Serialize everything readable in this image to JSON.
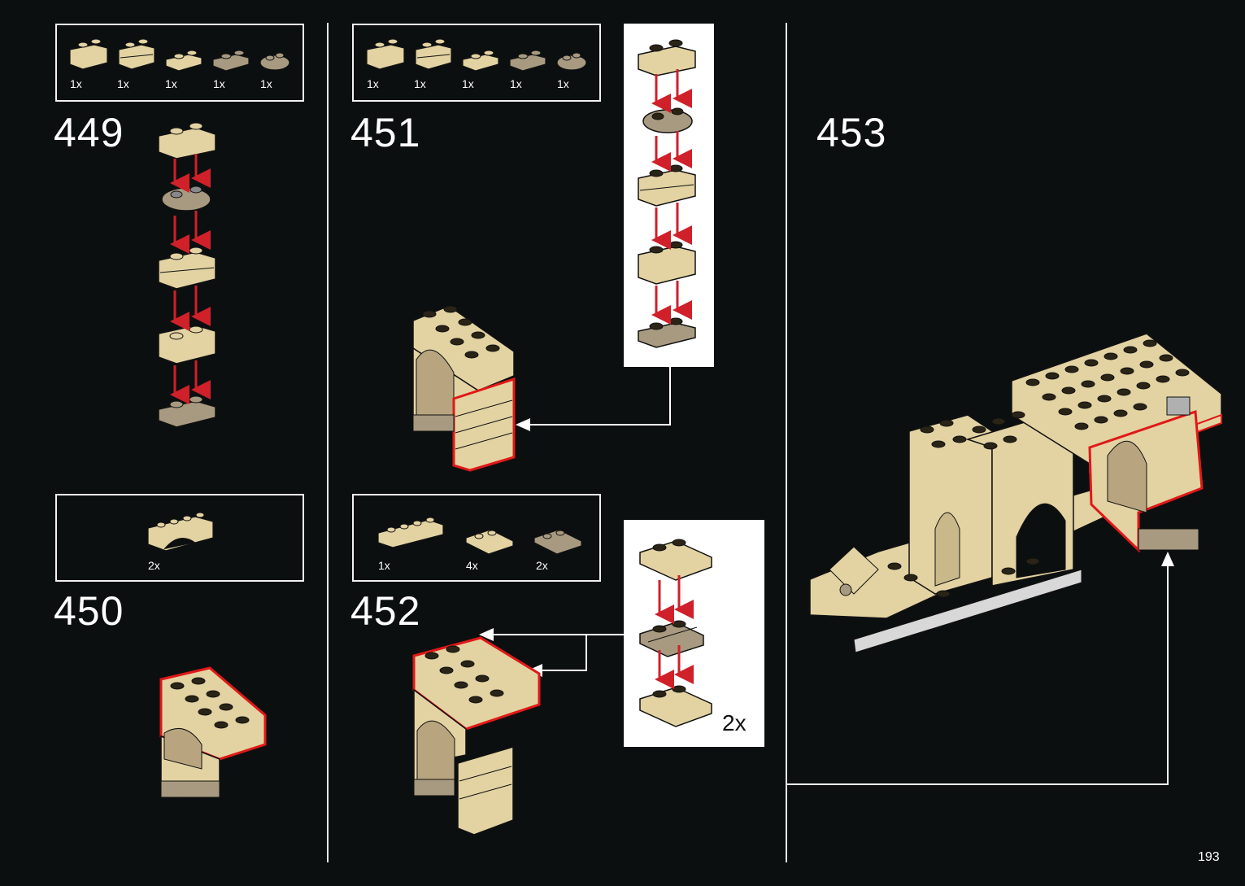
{
  "page": {
    "number": "193"
  },
  "colors": {
    "tan": "#e3d3a2",
    "dark_tan": "#a89a80",
    "red_arrow": "#d0202a",
    "outline_red": "#e01818",
    "background": "#0c0f10"
  },
  "steps": [
    {
      "number": "449",
      "parts": [
        {
          "qty": "1x",
          "icon": "tan-brick-1x2"
        },
        {
          "qty": "1x",
          "icon": "tan-brick-1x2-with-groove"
        },
        {
          "qty": "1x",
          "icon": "tan-plate-1x2"
        },
        {
          "qty": "1x",
          "icon": "dark-tan-plate-1x2"
        },
        {
          "qty": "1x",
          "icon": "dark-tan-plate-round-1x2"
        }
      ]
    },
    {
      "number": "450",
      "parts": [
        {
          "qty": "2x",
          "icon": "tan-arch-1x4"
        }
      ]
    },
    {
      "number": "451",
      "parts": [
        {
          "qty": "1x",
          "icon": "tan-brick-1x2"
        },
        {
          "qty": "1x",
          "icon": "tan-brick-1x2-with-groove"
        },
        {
          "qty": "1x",
          "icon": "tan-plate-1x2"
        },
        {
          "qty": "1x",
          "icon": "dark-tan-plate-1x2"
        },
        {
          "qty": "1x",
          "icon": "dark-tan-plate-round-1x2"
        }
      ]
    },
    {
      "number": "452",
      "parts": [
        {
          "qty": "1x",
          "icon": "tan-plate-1x4"
        },
        {
          "qty": "4x",
          "icon": "tan-plate-2x2"
        },
        {
          "qty": "2x",
          "icon": "dark-tan-plate-rail-2x2"
        }
      ],
      "subassembly_multiplier": "2x"
    },
    {
      "number": "453"
    }
  ]
}
